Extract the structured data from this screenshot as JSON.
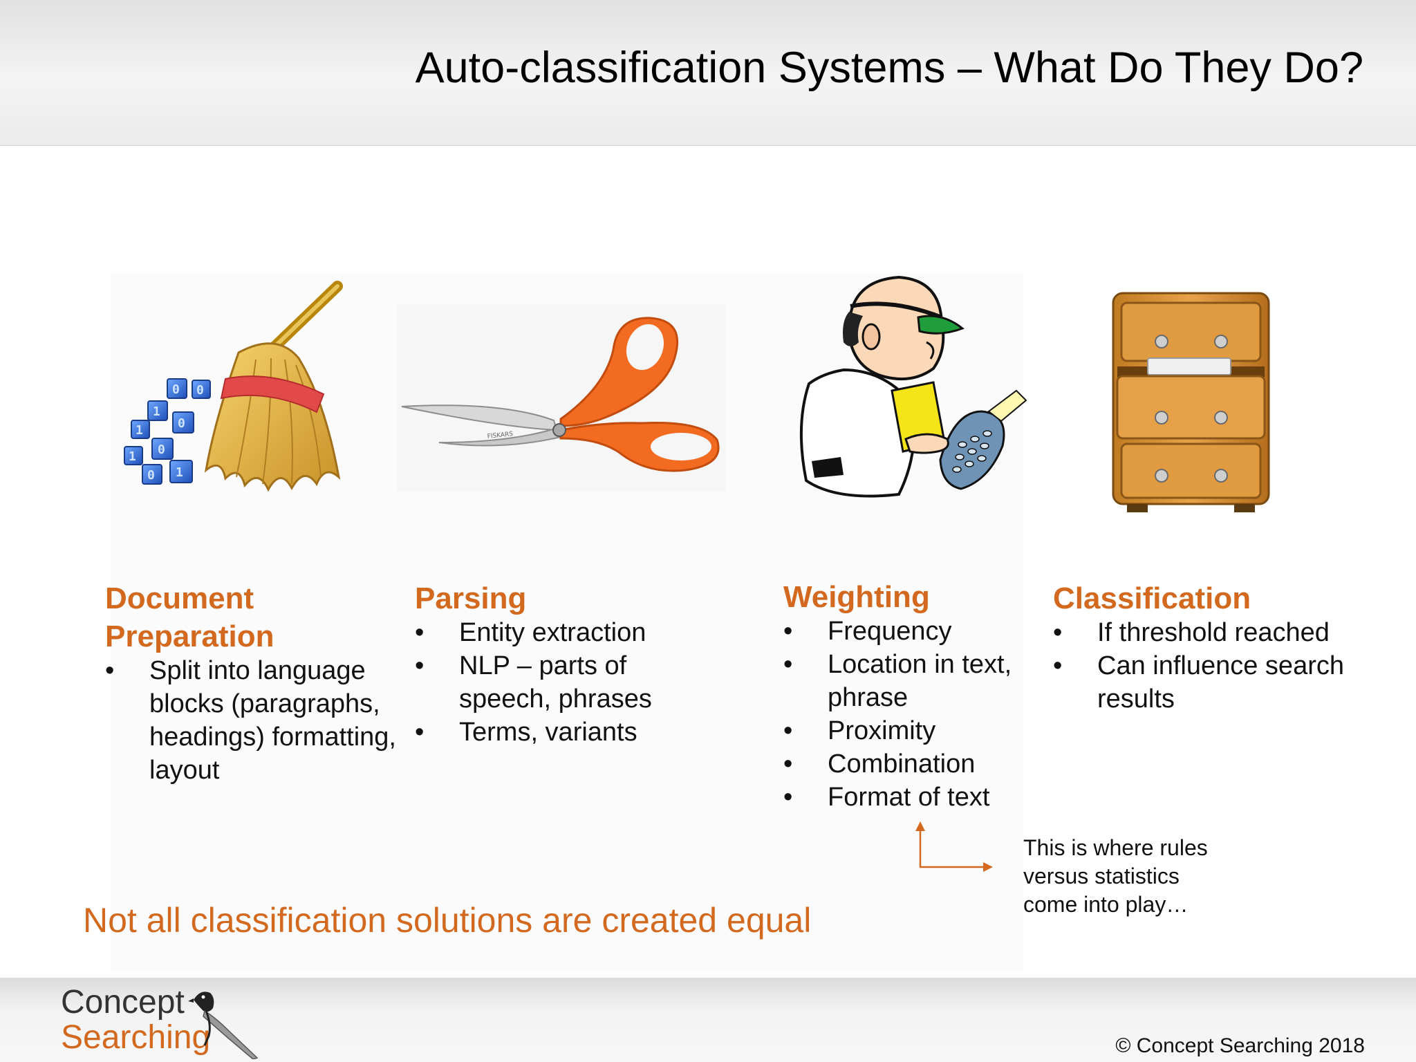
{
  "slide": {
    "title": "Auto-classification Systems – What Do They Do?",
    "columns": [
      {
        "heading_line1": "Document",
        "heading_line2": "Preparation",
        "bullets": [
          "Split into language blocks (paragraphs, headings) formatting, layout"
        ]
      },
      {
        "heading": "Parsing",
        "bullets": [
          "Entity extraction",
          "NLP – parts of speech, phrases",
          "Terms, variants"
        ]
      },
      {
        "heading": "Weighting",
        "bullets": [
          "Frequency",
          "Location in text, phrase",
          "Proximity",
          "Combination",
          "Format of text"
        ]
      },
      {
        "heading": "Classification",
        "bullets": [
          "If threshold reached",
          "Can influence search results"
        ]
      }
    ],
    "note_lines": [
      "This is where rules",
      "versus statistics",
      "come into play…"
    ],
    "tagline": "Not all classification solutions are created equal",
    "logo": {
      "line1": "Concept",
      "line2": "Searching"
    },
    "copyright": "© Concept Searching 2018"
  },
  "colors": {
    "accent": "#d2691e",
    "text": "#111111"
  },
  "icons": [
    "broom-icon",
    "scissors-icon",
    "calculator-man-icon",
    "filing-cabinet-icon",
    "arrow-icon",
    "magpie-logo-icon"
  ]
}
